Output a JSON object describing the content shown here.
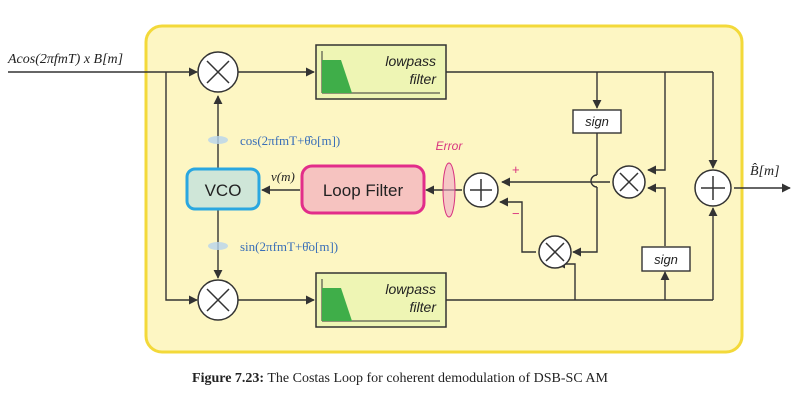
{
  "input_label": "Acos(2πfmT) x B[m]",
  "output_label": "B̂[m]",
  "lowpass_top": {
    "line1": "lowpass",
    "line2": "filter"
  },
  "lowpass_bottom": {
    "line1": "lowpass",
    "line2": "filter"
  },
  "sign_top": "sign",
  "sign_bottom": "sign",
  "vco_label": "VCO",
  "loop_filter_label": "Loop Filter",
  "vm_label": "v(m)",
  "error_label": "Error",
  "cos_label": "cos(2πfmT+θ̂o[m])",
  "sin_label": "sin(2πfmT+θ̂o[m])",
  "plus_sign": "+",
  "minus_sign": "−",
  "caption": {
    "bold": "Figure 7.23:",
    "text": " The Costas Loop for coherent demodulation of DSB-SC AM"
  },
  "colors": {
    "panel_fill": "#fdf6c3",
    "panel_border": "#f3d93a",
    "filter_fill": "#eef5b4",
    "filter_green": "#3fae49",
    "vco_fill": "#cfe6d8",
    "vco_border": "#2aa7e0",
    "loopfilter_fill": "#f6c3c0",
    "loopfilter_border": "#e22d8a",
    "error_color": "#d8337f",
    "label_blue": "#3a6fb8",
    "line": "#333333"
  }
}
